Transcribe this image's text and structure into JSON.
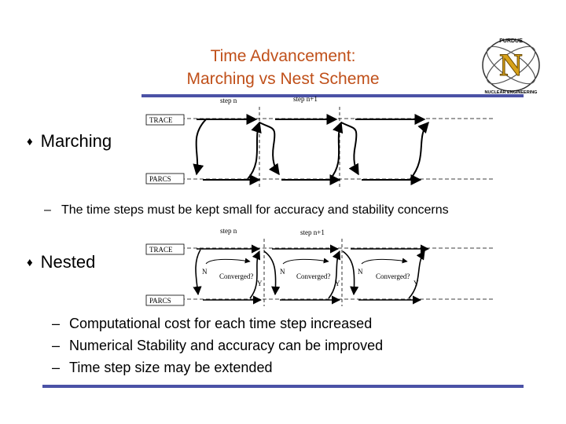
{
  "slide": {
    "title_line1": "Time Advancement:",
    "title_line2": "Marching vs  Nest Scheme",
    "bullet_marching": "Marching",
    "bullet_nested": "Nested",
    "marching_note": "The time steps must be kept small for accuracy and stability concerns",
    "nested_points": [
      "Computational cost for each time step increased",
      "Numerical Stability and accuracy can be improved",
      "Time step size may be extended"
    ],
    "dash_glyph": "–",
    "bullet_glyph": "♦"
  },
  "marching_diagram": {
    "step_n": "step n",
    "step_n1": "step n+1",
    "trace": "TRACE",
    "parcs": "PARCS"
  },
  "nested_diagram": {
    "step_n": "step n",
    "step_n1": "step n+1",
    "trace": "TRACE",
    "parcs": "PARCS",
    "no": "N",
    "yes": "Y",
    "converged": "Converged?"
  },
  "logo": {
    "text_top": "PURDUE",
    "text_bottom": "NUCLEAR ENGINEERING",
    "letter": "N"
  },
  "colors": {
    "title": "#c0501a",
    "rule": "#4b52a6"
  }
}
